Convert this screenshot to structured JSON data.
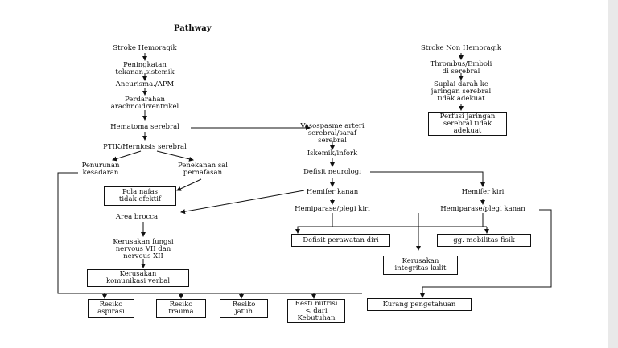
{
  "title": "Pathway",
  "left": {
    "stroke_hemoragik": "Stroke Hemoragik",
    "peningkatan": "Peningkatan\ntekanan sistemik",
    "aneurisma": "Aneurisma./APM",
    "perdarahan": "Perdarahan\narachnoid/ventrikel",
    "hematoma": "Hematoma serebral",
    "ptik": "PTIK/Herniosis serebral",
    "penurunan": "Penurunan\nkesadaran",
    "penekanan": "Penekanan sal\npernafasan",
    "pola_nafas": "Pola nafas\ntidak efektif",
    "area_brocca": "Area brocca",
    "kerusakan_fungsi": "Kerusakan fungsi\nnervous VII dan\nnervous XII",
    "kerusakan_komunikasi": "Kerusakan\nkomunikasi verbal"
  },
  "middle": {
    "vasospasme": "Vasospasme arteri\nserebral/saraf\nserebral",
    "iskemik": "Iskemik/infork",
    "defisit_neurologi": "Defisit neurologi",
    "hemifer_kanan": "Hemifer kanan",
    "hemiparase_kiri": "Hemiparase/plegi kiri"
  },
  "right": {
    "stroke_non": "Stroke Non Hemoragik",
    "thrombus": "Thrombus/Emboli\ndi serebral",
    "suplai": "Suplai darah ke\njaringan serebral\ntidak adekuat",
    "perfusi": "Perfusi jaringan\nserebral tidak\nadekuat",
    "hemifer_kiri": "Hemifer kiri",
    "hemiparase_kanan": "Hemiparase/plegi kanan"
  },
  "outcomes": {
    "defisit_perawatan": "Defisit perawatan diri",
    "mobilitas": "gg. mobilitas fisik",
    "integritas": "Kerusakan\nintegritas kulit",
    "resiko_aspirasi": "Resiko\naspirasi",
    "resiko_trauma": "Resiko\ntrauma",
    "resiko_jatuh": "Resiko\njatuh",
    "resti_nutrisi": "Resti nutrisi\n< dari\nKebutuhan",
    "kurang_pengetahuan": "Kurang pengetahuan"
  }
}
